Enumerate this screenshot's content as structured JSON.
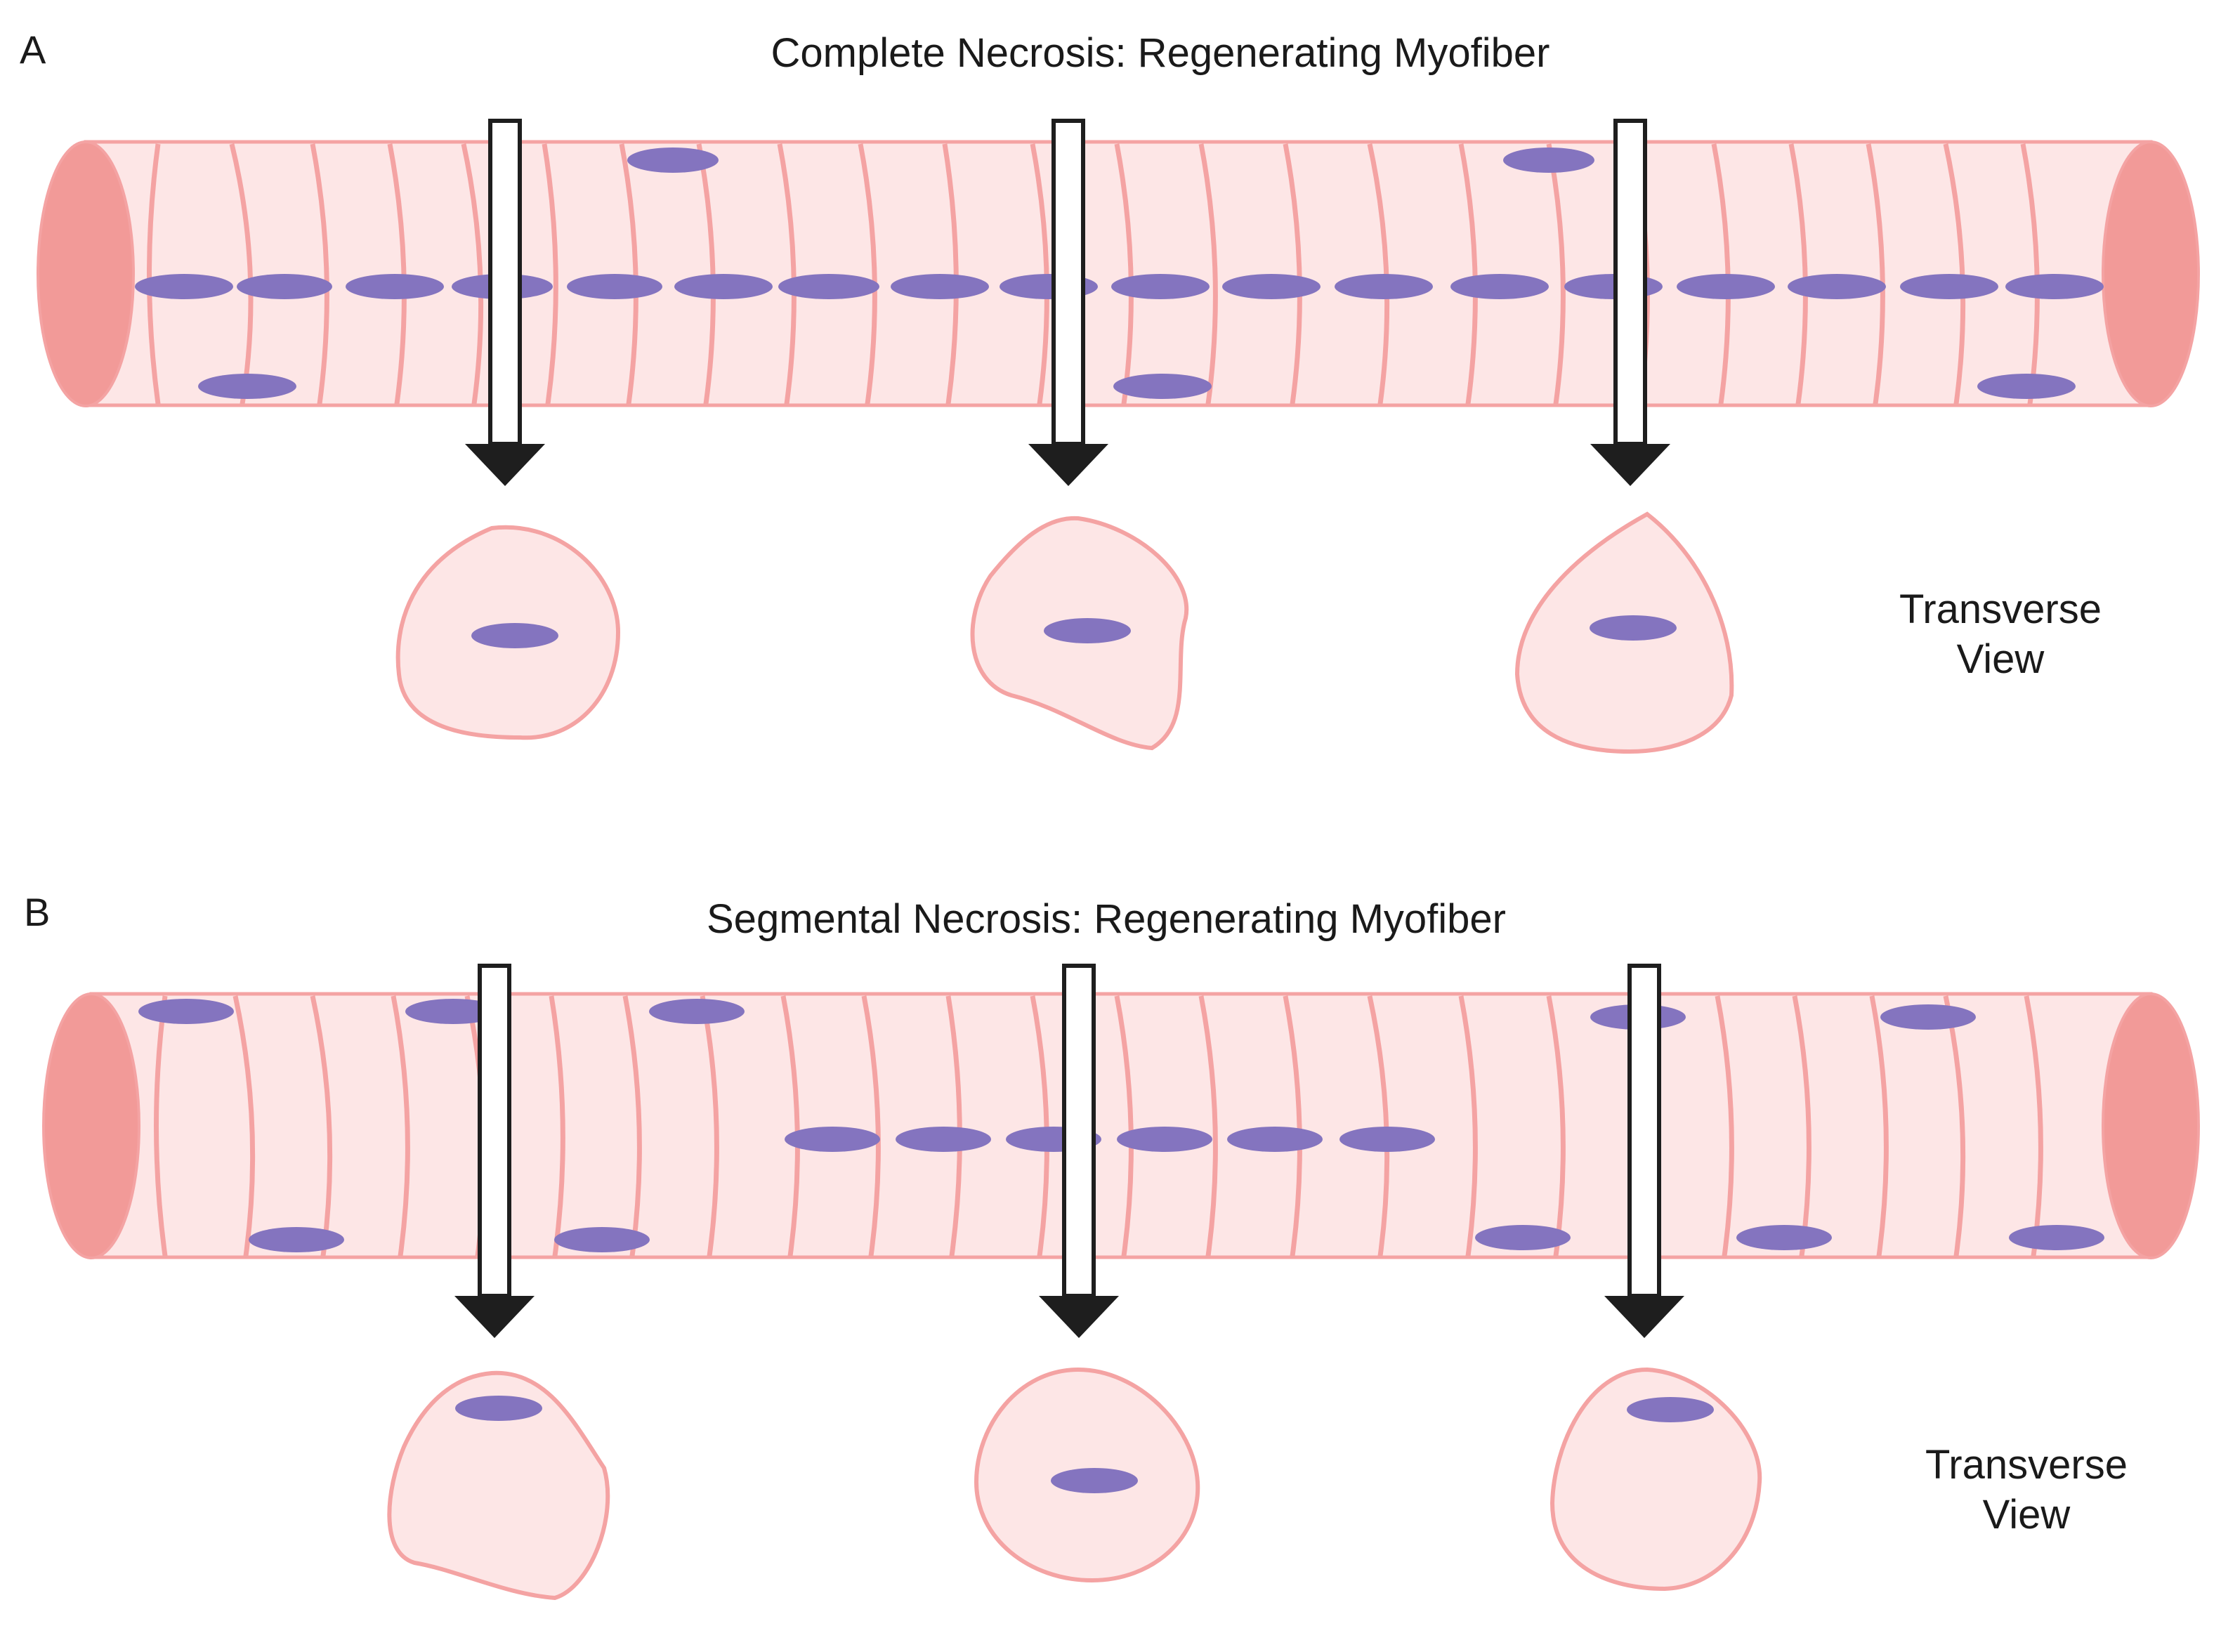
{
  "panels": [
    {
      "letter": "A",
      "title": "Complete Necrosis: Regenerating Myofiber",
      "view_label_line1": "Transverse",
      "view_label_line2": "View"
    },
    {
      "letter": "B",
      "title": "Segmental Necrosis: Regenerating Myofiber",
      "view_label_line1": "Transverse",
      "view_label_line2": "View"
    }
  ],
  "colors": {
    "fiber_fill": "#fde6e6",
    "fiber_stroke": "#f4a3a3",
    "fiber_end": "#f29a98",
    "nucleus": "#8474bf",
    "arrow": "#1e1e1e"
  },
  "icons": [
    "fiber-end-cap",
    "nucleus",
    "section-arrow",
    "cross-section"
  ]
}
